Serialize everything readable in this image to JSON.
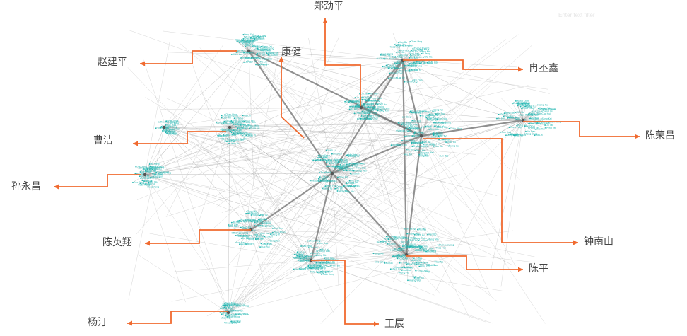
{
  "watermark": "Enter text filter",
  "accent_color": "#f06a2f",
  "node_color": "#1fb5b0",
  "edge_color": "#8c8c8c",
  "labels": {
    "zhang_jinping": "郑劲平",
    "zhao_jianping": "赵建平",
    "kang_jian": "康健",
    "ran_pixin": "冉丕鑫",
    "cao_jie": "曹洁",
    "chen_rongchang": "陈荣昌",
    "sun_yongchang": "孙永昌",
    "chen_yingxiang": "陈英翔",
    "zhong_nanshan": "钟南山",
    "chen_ping": "陈平",
    "yang_ting": "杨汀",
    "wang_chen": "王辰"
  },
  "tiny_names": [
    "Zhang Jinping",
    "Chen Ping",
    "Wang Chen",
    "Liu Xiao",
    "Li Yang",
    "Zhou Ming",
    "Huang Wei",
    "Xu Jun",
    "Sun Hao",
    "Ma Lin",
    "Gao Feng",
    "He Qing",
    "Lin Tao",
    "Guo Rui",
    "Zhu Yan",
    "Hu Bin",
    "Luo Jie",
    "Liang Yu",
    "Song Kai",
    "Zheng Lei",
    "Han Bo",
    "Tang Min",
    "Feng Chao",
    "Deng Yi",
    "Cao Hui",
    "Peng Fei",
    "Xie Dan",
    "Yuan Hong",
    "Wei Na",
    "Shen Lu"
  ]
}
